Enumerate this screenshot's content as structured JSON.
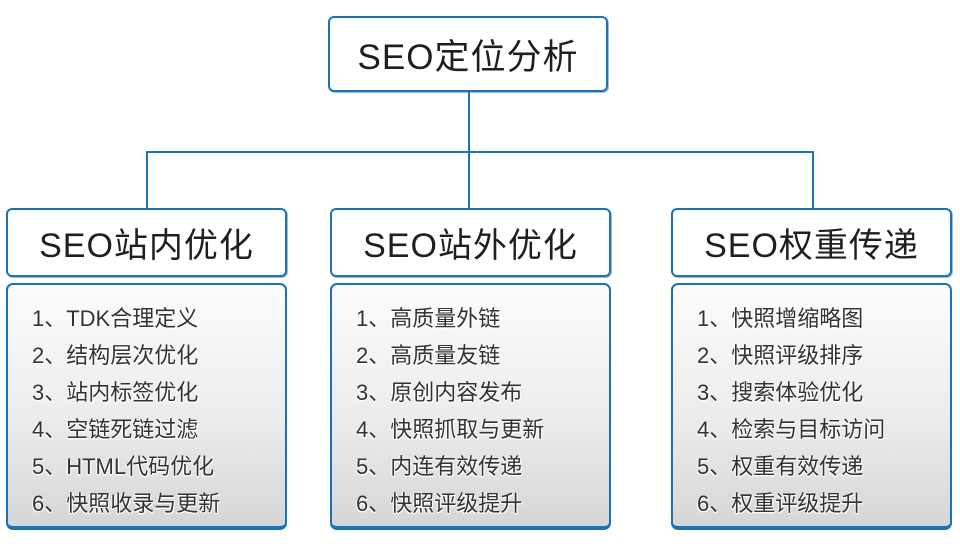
{
  "diagram": {
    "root": {
      "title": "SEO定位分析"
    },
    "columns": [
      {
        "title": "SEO站内优化",
        "items": [
          "1、TDK合理定义",
          "2、结构层次优化",
          "3、站内标签优化",
          "4、空链死链过滤",
          "5、HTML代码优化",
          "6、快照收录与更新"
        ]
      },
      {
        "title": "SEO站外优化",
        "items": [
          "1、高质量外链",
          "2、高质量友链",
          "3、原创内容发布",
          "4、快照抓取与更新",
          "5、内连有效传递",
          "6、快照评级提升"
        ]
      },
      {
        "title": "SEO权重传递",
        "items": [
          "1、快照增缩略图",
          "2、快照评级排序",
          "3、搜索体验优化",
          "4、检索与目标访问",
          "5、权重有效传递",
          "6、权重评级提升"
        ]
      }
    ],
    "colors": {
      "accent": "#1B73B6",
      "heading_text": "#1f1f1f",
      "list_text": "#333333",
      "list_bg_top": "#fcfcfc",
      "list_bg_bottom": "#d6d6d6"
    }
  }
}
